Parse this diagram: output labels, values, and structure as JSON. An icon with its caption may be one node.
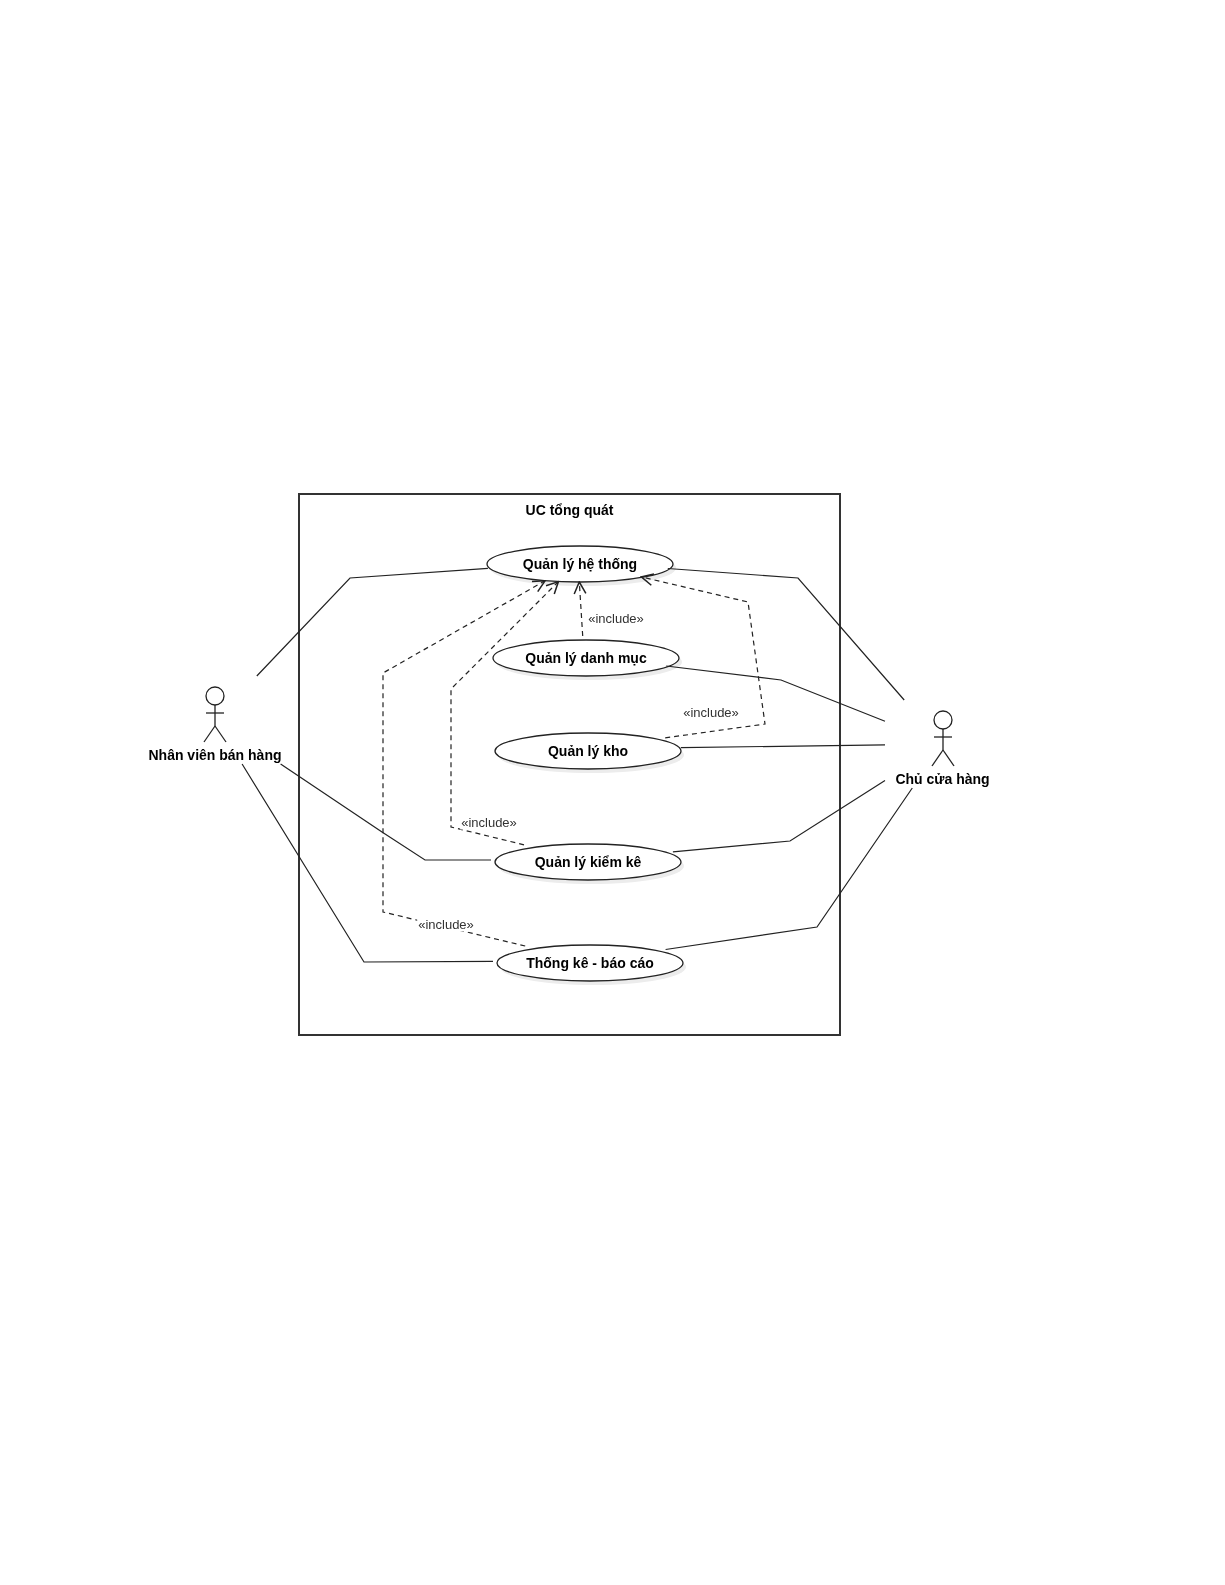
{
  "diagram": {
    "nodes": [
      {
        "text": [
          "UC tổng quát"
        ]
      },
      {
        "text": [
          "Quản lý hệ thống"
        ],
        "in": 0
      },
      {
        "text": [
          "Quản lý danh mục"
        ],
        "in": 0
      },
      {
        "text": [
          "Quản lý kho"
        ],
        "in": 0
      },
      {
        "text": [
          "Quản lý kiểm kê"
        ],
        "in": 0
      },
      {
        "text": [
          "Thống kê - báo cáo"
        ],
        "in": 0
      },
      {
        "text": [
          "Nhân viên bán hàng"
        ]
      },
      {
        "text": [
          "Chủ cửa hàng"
        ]
      }
    ],
    "edges": [
      {
        "from": 6,
        "to": 1,
        "arrow": "none"
      },
      {
        "from": 6,
        "to": 4,
        "arrow": "none"
      },
      {
        "from": 6,
        "to": 5,
        "arrow": "none"
      },
      {
        "from": 7,
        "to": 1,
        "arrow": "none"
      },
      {
        "from": 7,
        "to": 2,
        "arrow": "none"
      },
      {
        "from": 7,
        "to": 3,
        "arrow": "none"
      },
      {
        "from": 7,
        "to": 4,
        "arrow": "none"
      },
      {
        "from": 7,
        "to": 5,
        "arrow": "none"
      },
      {
        "from": 2,
        "to": 1,
        "arrow": "to",
        "style": "dashed",
        "label": "«include»"
      },
      {
        "from": 3,
        "to": 1,
        "arrow": "to",
        "style": "dashed",
        "label": "«include»"
      },
      {
        "from": 4,
        "to": 1,
        "arrow": "to",
        "style": "dashed",
        "label": "«include»"
      },
      {
        "from": 5,
        "to": 1,
        "arrow": "to",
        "style": "dashed",
        "label": "«include»"
      }
    ]
  }
}
